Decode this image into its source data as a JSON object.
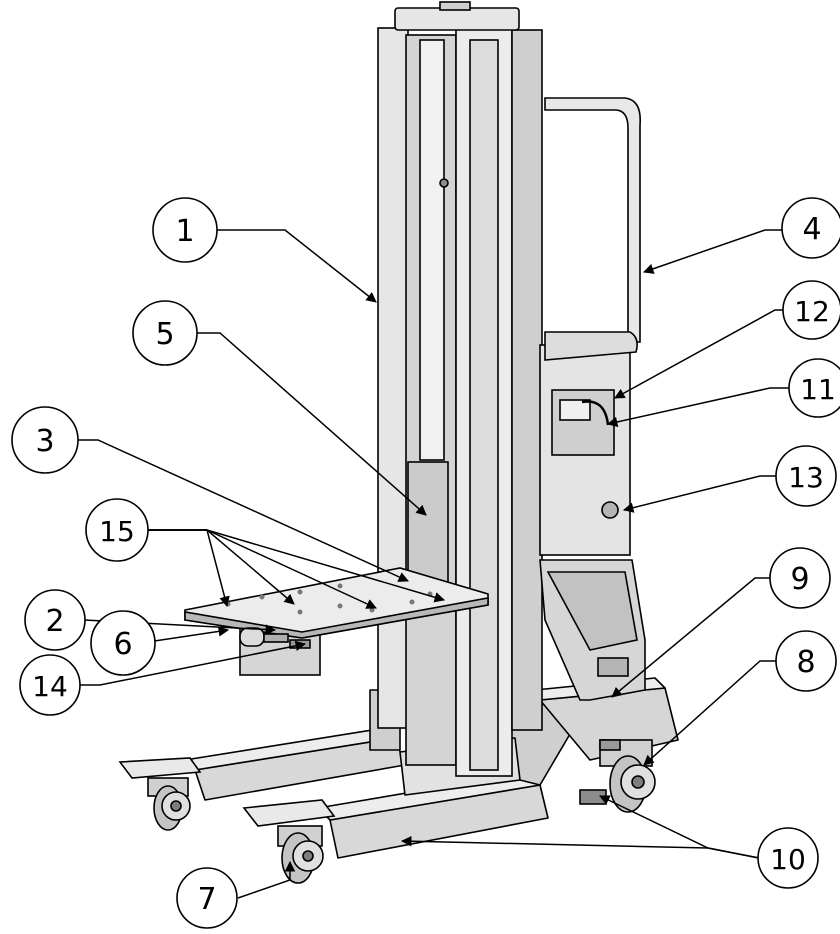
{
  "callouts": [
    {
      "id": "c1",
      "label": "1"
    },
    {
      "id": "c2",
      "label": "2"
    },
    {
      "id": "c3",
      "label": "3"
    },
    {
      "id": "c4",
      "label": "4"
    },
    {
      "id": "c5",
      "label": "5"
    },
    {
      "id": "c6",
      "label": "6"
    },
    {
      "id": "c7",
      "label": "7"
    },
    {
      "id": "c8",
      "label": "8"
    },
    {
      "id": "c9",
      "label": "9"
    },
    {
      "id": "c10",
      "label": "10"
    },
    {
      "id": "c11",
      "label": "11"
    },
    {
      "id": "c12",
      "label": "12"
    },
    {
      "id": "c13",
      "label": "13"
    },
    {
      "id": "c14",
      "label": "14"
    },
    {
      "id": "c15",
      "label": "15"
    }
  ],
  "colors": {
    "line": "#000000",
    "metal_light": "#e6e6e6",
    "metal_mid": "#cfcfcf",
    "metal_dark": "#a8a8a8",
    "shadow": "#8c8c8c",
    "background": "#ffffff"
  }
}
